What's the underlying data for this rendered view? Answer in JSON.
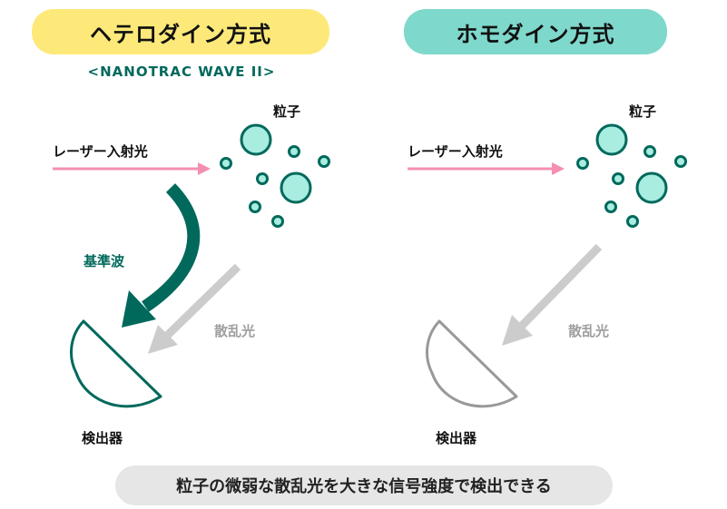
{
  "left_panel": {
    "title": "ヘテロダイン方式",
    "subtitle": "<NANOTRAC WAVE II>",
    "particles_label": "粒子",
    "laser_label": "レーザー入射光",
    "reference_label": "基準波",
    "scatter_label": "散乱光",
    "detector_label": "検出器"
  },
  "right_panel": {
    "title": "ホモダイン方式",
    "particles_label": "粒子",
    "laser_label": "レーザー入射光",
    "scatter_label": "散乱光",
    "detector_label": "検出器"
  },
  "footer": {
    "caption": "粒子の微弱な散乱光を大きな信号強度で検出できる"
  },
  "colors": {
    "hetero_title_bg": "#fde97a",
    "homo_title_bg": "#7fd8cc",
    "particle_fill": "#a8ede0",
    "particle_stroke": "#00695c",
    "laser_arrow": "#f48fb1",
    "reference_arrow": "#00695c",
    "scatter_arrow": "#cccccc",
    "footer_bg": "#e6e6e6"
  }
}
